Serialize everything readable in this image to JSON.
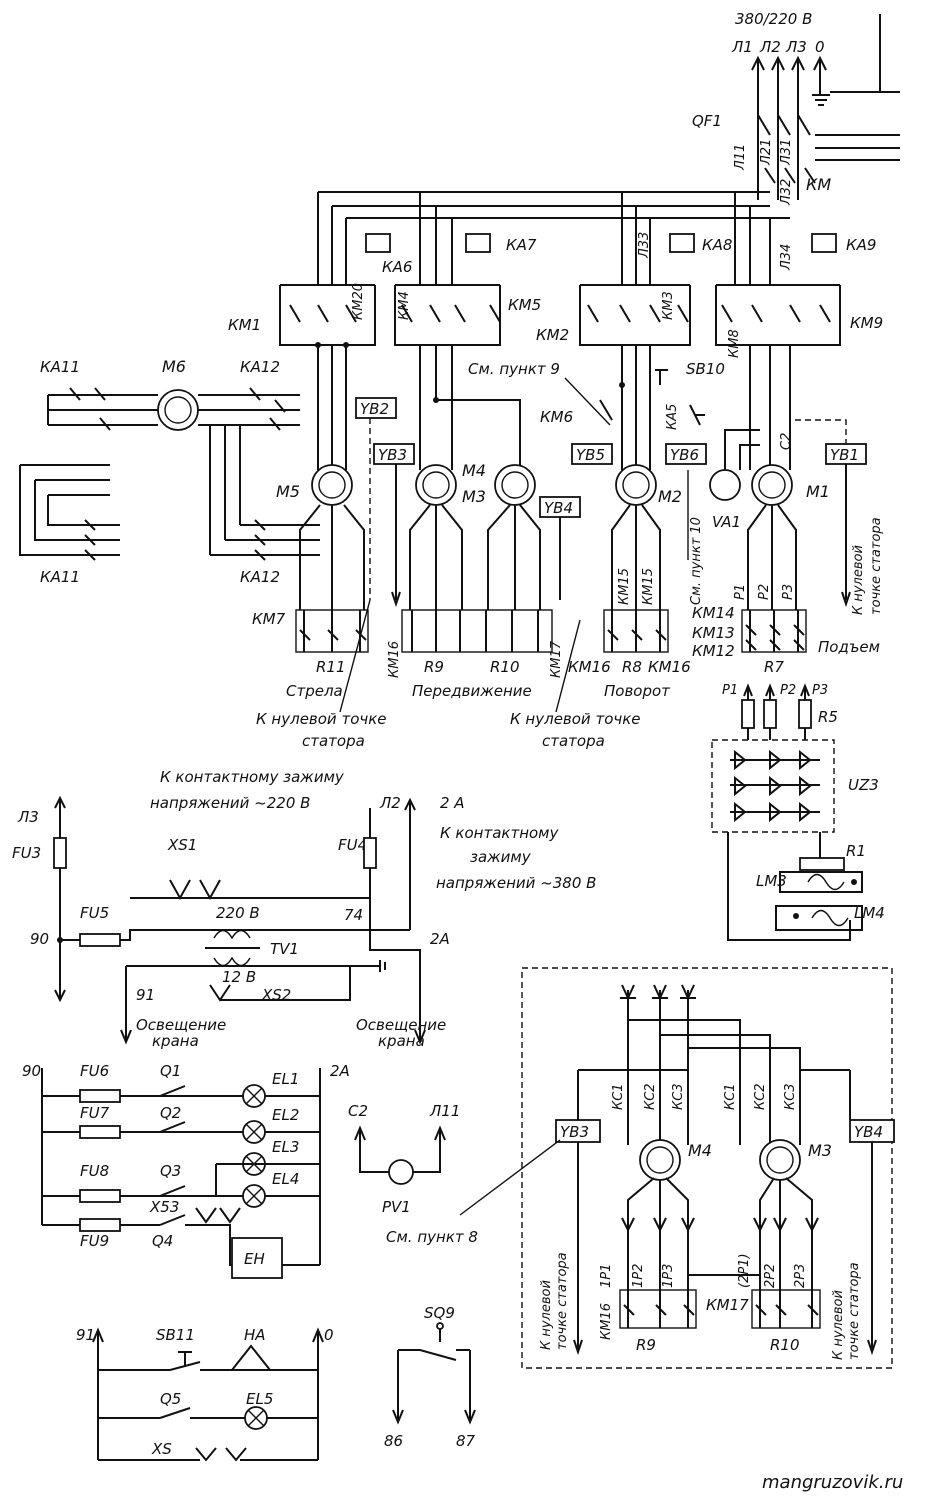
{
  "supply": {
    "voltage": "380/220 В",
    "phases": [
      "Л1",
      "Л2",
      "Л3",
      "0"
    ],
    "breaker": "QF1",
    "main_contactor": "КМ",
    "wires": [
      "Л11",
      "Л21",
      "Л31",
      "Л32",
      "Л33",
      "Л34"
    ]
  },
  "relays": [
    "КА6",
    "КА7",
    "КА8",
    "КА9"
  ],
  "contactors": [
    "КМ1",
    "КМ2",
    "КМ3",
    "КМ4",
    "КМ5",
    "КМ8",
    "КМ9",
    "КМ20",
    "КМ6",
    "КМ7",
    "КМ16",
    "КМ17",
    "КМ12",
    "КМ13",
    "КМ14",
    "КМ15"
  ],
  "motors": [
    "М6",
    "М5",
    "М4",
    "М3",
    "М2",
    "М1"
  ],
  "brakes": [
    "YB1",
    "YB2",
    "YB3",
    "YB4",
    "YB5",
    "YB6"
  ],
  "left_block": {
    "contactors": [
      "КА11",
      "КА12"
    ]
  },
  "notes": {
    "see9": "См. пункт 9",
    "see10": "См. пункт 10",
    "see8": "См. пункт 8",
    "to_neutral": "К нулевой точке статора",
    "to_neutral_l1": "К нулевой точке",
    "to_neutral_l2": "статора",
    "neutral_v1": "К нулевой",
    "neutral_v2": "точке статора"
  },
  "resistors": {
    "boom": "R11",
    "travel1": "R9",
    "travel2": "R10",
    "slew": "R8",
    "hoist": "R7",
    "r5": "R5",
    "r1": "R1"
  },
  "mechanisms": {
    "boom": "Стрела",
    "travel": "Передвижение",
    "slew": "Поворот",
    "hoist": "Подъем"
  },
  "hoist_taps": [
    "P1",
    "P2",
    "P3"
  ],
  "hoist_contacts": [
    "КМ14",
    "КМ13",
    "КМ12"
  ],
  "misc": {
    "sb10": "SB10",
    "ka5": "КА5",
    "va1": "VA1",
    "c2": "С2",
    "uz3": "UZ3",
    "lm3": "LM3",
    "lm4": "LM4"
  },
  "lighting": {
    "to_contact_220_1": "К контактному зажиму",
    "to_contact_220_2": "напряжений ~220 В",
    "to_contact_380_1": "К контактному",
    "to_contact_380_2": "зажиму",
    "to_contact_380_3": "напряжений ~380 В",
    "fuses": [
      "FU3",
      "FU4",
      "FU5"
    ],
    "sockets": [
      "XS1",
      "XS2"
    ],
    "transformer": "TV1",
    "v220": "220 В",
    "v12": "12 В",
    "nodes": [
      "90",
      "74",
      "91",
      "2А",
      "Л3",
      "Л2",
      "2 А"
    ],
    "crane_light_1": "Освещение",
    "crane_light_2": "крана"
  },
  "lamps": {
    "fuses": [
      "FU6",
      "FU7",
      "FU8",
      "FU9"
    ],
    "switches": [
      "Q1",
      "Q2",
      "Q3",
      "Q4"
    ],
    "lamps": [
      "EL1",
      "EL2",
      "EL3",
      "EL4"
    ],
    "socket": "X53",
    "heater": "EH",
    "node_left": "90",
    "node_right": "2А"
  },
  "voltmeter": {
    "c2": "С2",
    "l11": "Л11",
    "name": "PV1"
  },
  "signal": {
    "left": "91",
    "right": "0",
    "button": "SB11",
    "horn": "HA",
    "switch": "Q5",
    "lamp": "EL5",
    "socket": "XS"
  },
  "limit": {
    "name": "SQ9",
    "a": "86",
    "b": "87"
  },
  "inset": {
    "motors": [
      "М4",
      "М3"
    ],
    "brakes": [
      "YB3",
      "YB4"
    ],
    "contacts": [
      "КС1",
      "КС2",
      "КС3"
    ],
    "taps1": [
      "1Р1",
      "1Р2",
      "1Р3"
    ],
    "taps2": [
      "(2Р1)",
      "2Р2",
      "2Р3"
    ],
    "km16": "КМ16",
    "km17": "КМ17",
    "r9": "R9",
    "r10": "R10"
  },
  "watermark": "mangruzovik.ru"
}
